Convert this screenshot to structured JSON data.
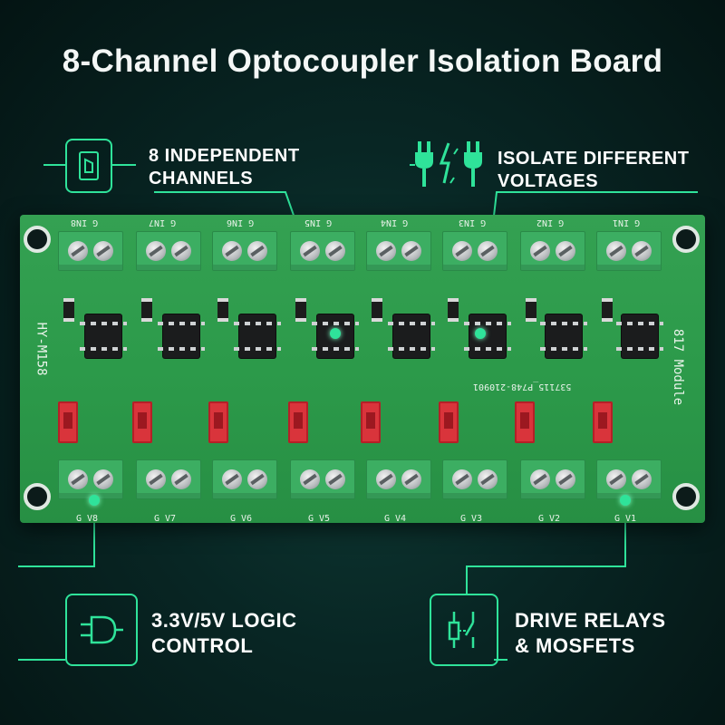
{
  "title": "8-Channel Optocoupler Isolation Board",
  "features": {
    "top_left": {
      "line1": "8 INDEPENDENT",
      "line2": "CHANNELS",
      "icon": "switch-icon"
    },
    "top_right": {
      "line1": "ISOLATE DIFFERENT",
      "line2": "VOLTAGES",
      "icon": "plug-isolation-icon"
    },
    "bottom_left": {
      "line1": "3.3V/5V LOGIC",
      "line2": "CONTROL",
      "icon": "and-gate-icon"
    },
    "bottom_right": {
      "line1": "DRIVE RELAYS",
      "line2": "& MOSFETS",
      "icon": "relay-icon"
    }
  },
  "board": {
    "model_label": "HY-M158",
    "module_label": "817 Module",
    "serial": "537115_P748-210901",
    "input_labels": [
      "G IN8",
      "G IN7",
      "G IN6",
      "G IN5",
      "G IN4",
      "G IN3",
      "G IN2",
      "G IN1"
    ],
    "output_labels": [
      "G V8",
      "G V7",
      "G V6",
      "G V5",
      "G V4",
      "G V3",
      "G V2",
      "G V1"
    ]
  },
  "colors": {
    "accent": "#2fe39a",
    "board": "#2c9a4a",
    "background": "#082624"
  }
}
